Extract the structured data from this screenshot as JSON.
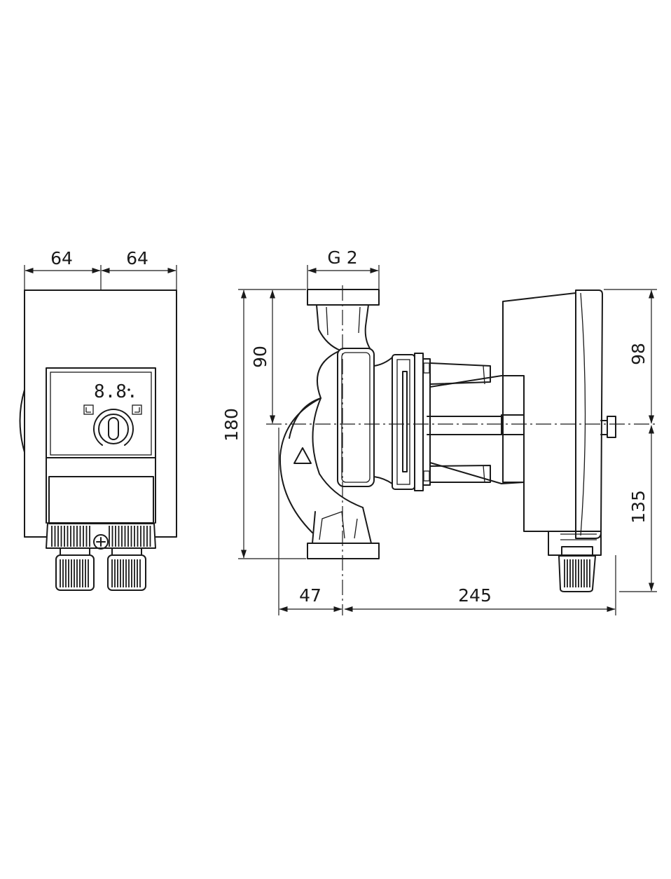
{
  "front_view": {
    "dims": {
      "left_width": "64",
      "right_width": "64"
    },
    "display": {
      "digits": "8.8."
    }
  },
  "side_view": {
    "dims": {
      "thread": "G 2",
      "total_height": "180",
      "upper_half": "90",
      "upper_motor": "98",
      "lower_motor": "135",
      "left_offset": "47",
      "right_length": "245"
    }
  }
}
